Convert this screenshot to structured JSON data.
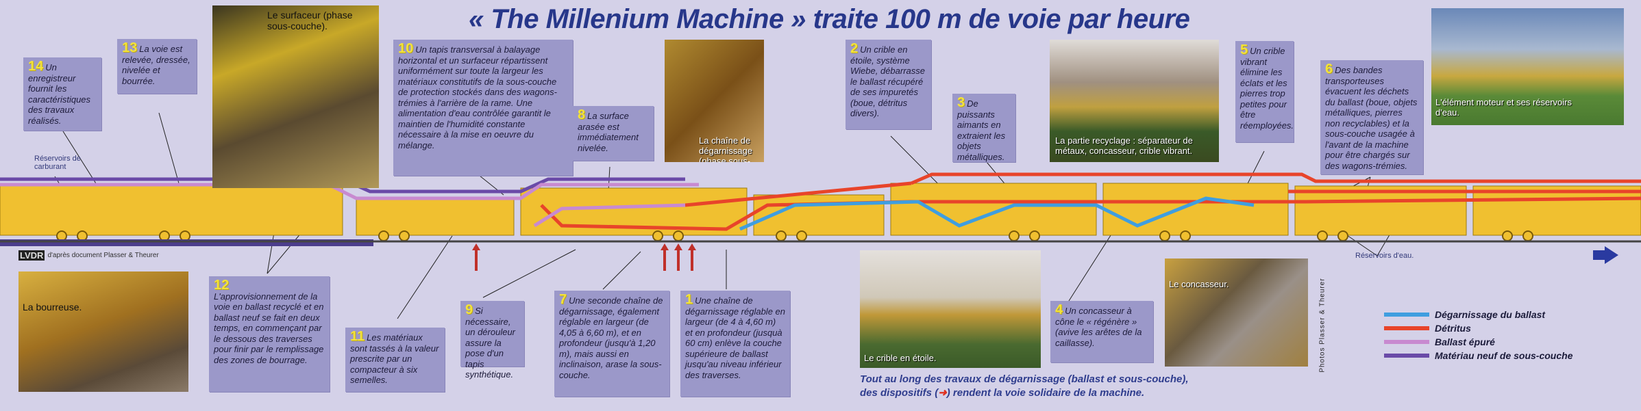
{
  "title": "« The Millenium Machine »  traite 100 m de voie par heure",
  "credit": {
    "logo": "LVDR",
    "text": "d'après document Plasser & Theurer"
  },
  "photo_credit": "Photos Plasser & Theurer",
  "labels": {
    "fuel_tanks": "Réservoirs de carburant",
    "water_tanks": "Réservoirs d'eau."
  },
  "photos": {
    "surfaceur": "Le surfaceur (phase sous-couche).",
    "chaine": "La chaîne de dégarnissage (phase sous-couche).",
    "recyclage": "La partie recyclage : séparateur de métaux, concasseur, crible vibrant.",
    "moteur": "L'élément moteur et ses réservoirs d'eau.",
    "bourreuse": "La bourreuse.",
    "crible": "Le crible en étoile.",
    "concasseur": "Le concasseur."
  },
  "steps": {
    "s1": {
      "num": "1",
      "text": "Une chaîne de dégarnissage réglable en largeur (de 4 à 4,60 m) et en profondeur (jusquà 60 cm) enlève la couche supérieure de ballast jusqu'au niveau inférieur des traverses."
    },
    "s2": {
      "num": "2",
      "text": "Un crible en étoile, système Wiebe, débarrasse le ballast récupéré de ses impuretés (boue, détritus divers)."
    },
    "s3": {
      "num": "3",
      "text": "De puissants aimants en extraient les objets métalliques."
    },
    "s4": {
      "num": "4",
      "text": "Un concasseur à cône le « régénère » (avive les arêtes de la caillasse)."
    },
    "s5": {
      "num": "5",
      "text": "Un crible vibrant élimine les éclats et les pierres trop petites pour être réemployées."
    },
    "s6": {
      "num": "6",
      "text": "Des bandes transporteuses évacuent les déchets du ballast (boue, objets métalliques, pierres non recyclables) et la sous-couche usagée à l'avant de la machine pour être chargés sur des wagons-trémies."
    },
    "s7": {
      "num": "7",
      "text": "Une seconde chaîne de dégarnissage, également réglable en largeur (de 4,05 à 6,60 m), et en profondeur (jusqu'à 1,20 m), mais aussi en inclinaison, arase la sous-couche."
    },
    "s8": {
      "num": "8",
      "text": "La surface arasée est immédiatement nivelée."
    },
    "s9": {
      "num": "9",
      "text": "Si nécessaire, un dérouleur assure la pose d'un tapis synthétique."
    },
    "s10": {
      "num": "10",
      "text": "Un tapis transversal à balayage horizontal et un surfaceur répartissent uniformément sur toute la largeur les matériaux constitutifs de la sous-couche de protection stockés dans des wagons-trémies à l'arrière de la rame. Une alimentation d'eau contrôlée garantit le maintien de l'humidité constante nécessaire à la mise en oeuvre du mélange."
    },
    "s11": {
      "num": "11",
      "text": "Les matériaux sont tassés à la valeur prescrite par un compacteur à six semelles."
    },
    "s12": {
      "num": "12",
      "text": "L'approvisionnement de la voie en ballast recyclé et en ballast neuf se fait en deux temps, en commençant par le dessous des traverses pour finir par le remplissage des zones de bourrage."
    },
    "s13": {
      "num": "13",
      "text": "La voie est relevée, dressée, nivelée et bourrée."
    },
    "s14": {
      "num": "14",
      "text": "Un enregistreur fournit les caractéristiques des travaux réalisés."
    }
  },
  "legend": [
    {
      "label": "Dégarnissage du ballast",
      "color": "#3f9ee0"
    },
    {
      "label": "Détritus",
      "color": "#e8442a"
    },
    {
      "label": "Ballast épuré",
      "color": "#c88ad0"
    },
    {
      "label": "Matériau neuf de sous-couche",
      "color": "#6a4aa8"
    }
  ],
  "bottom_caption": {
    "line1": "Tout au long des travaux de dégarnissage (ballast et sous-couche),",
    "line2a": "des dispositifs (",
    "line2b": ") rendent la voie solidaire de la machine."
  },
  "colors": {
    "background": "#d4d1e8",
    "box": "#9b98c9",
    "title": "#27378a",
    "machine": "#f0c030",
    "number": "#f3e23a"
  }
}
